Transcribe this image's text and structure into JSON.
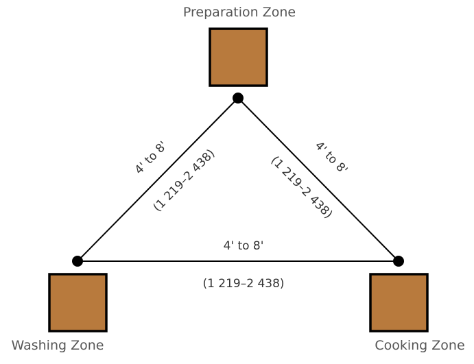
{
  "colors": {
    "zone_fill": "#B87A3D",
    "zone_stroke": "#000000",
    "line": "#000000",
    "label_text": "#555555",
    "dimension_text": "#333333"
  },
  "zones": {
    "preparation": {
      "label": "Preparation Zone"
    },
    "washing": {
      "label": "Washing Zone"
    },
    "cooking": {
      "label": "Cooking Zone"
    }
  },
  "edges": {
    "left": {
      "distance": "4' to 8'",
      "metric": "(1 219–2 438)"
    },
    "right": {
      "distance": "4' to 8'",
      "metric": "(1 219–2 438)"
    },
    "bottom": {
      "distance": "4' to 8'",
      "metric": "(1 219–2 438)"
    }
  }
}
